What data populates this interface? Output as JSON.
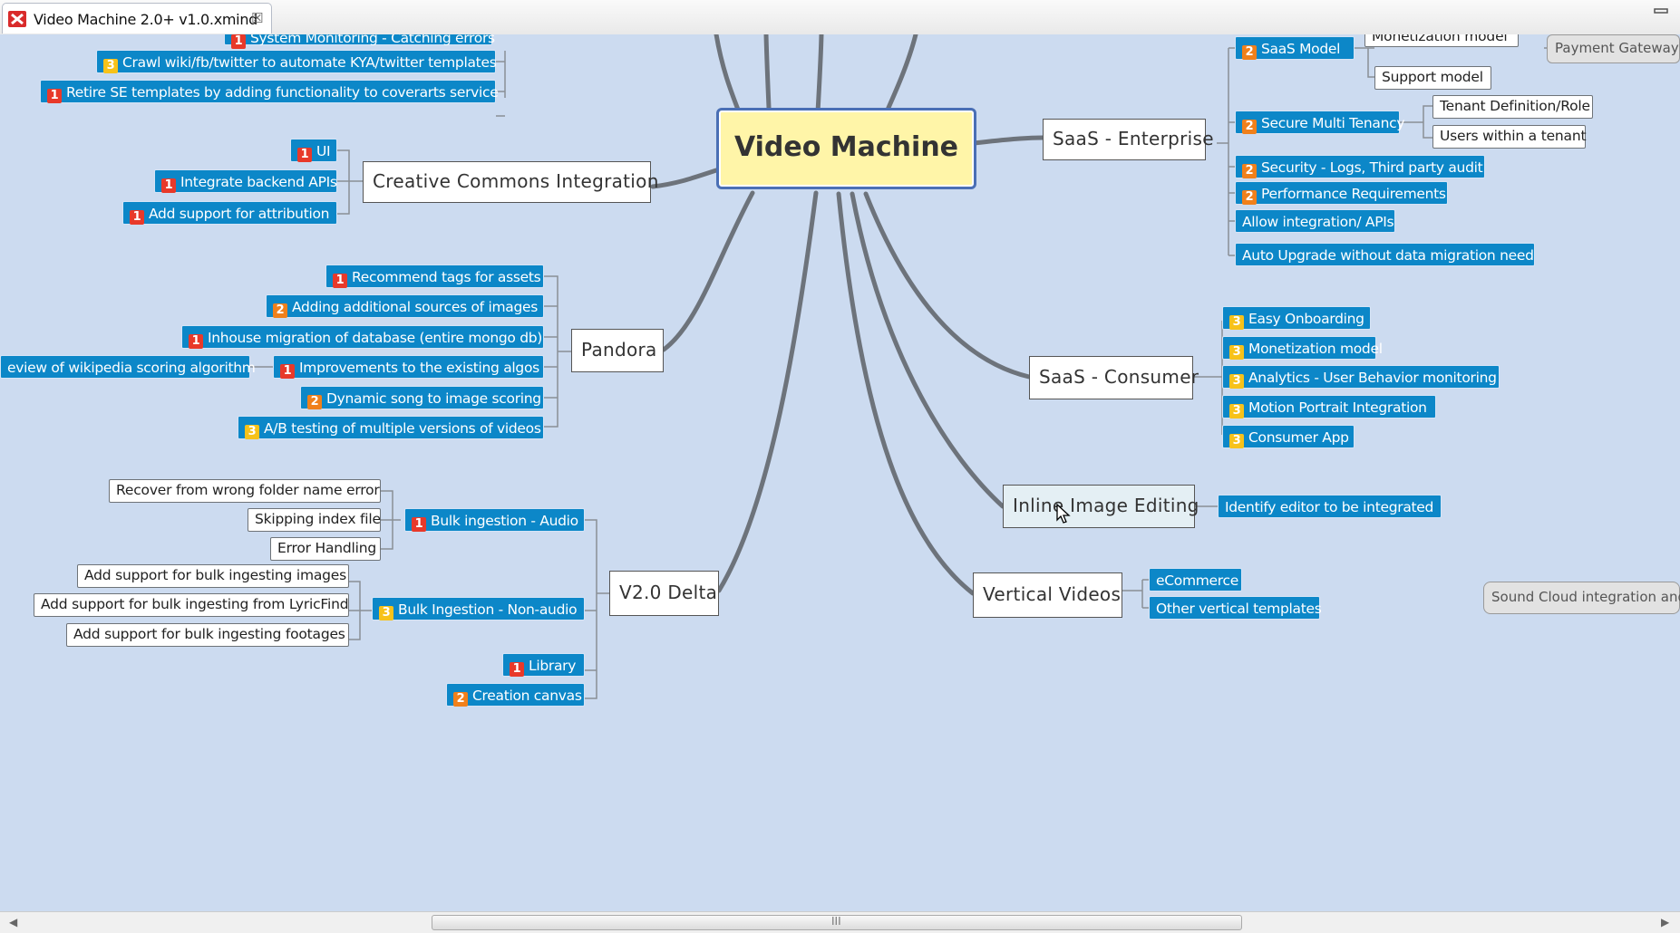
{
  "window": {
    "tab_title": "Video Machine 2.0+ v1.0.xmind",
    "close_glyph": "☒"
  },
  "central_topic": "Video Machine",
  "colors": {
    "canvas": "#ccdbf0",
    "subtopic_fill": "#0c87c8",
    "central_fill": "#fff5a8",
    "central_border": "#4a6fb5",
    "priority_1": "#e8392a",
    "priority_2": "#f0801b",
    "priority_3": "#f7c21a"
  },
  "left_top": {
    "partial_item": "System Monitoring - Catching errors",
    "crawl": {
      "priority": "3",
      "label": "Crawl wiki/fb/twitter to automate KYA/twitter templates"
    },
    "retire": {
      "priority": "1",
      "label": "Retire SE templates by adding functionality to coverarts service"
    }
  },
  "creative_commons": {
    "label": "Creative Commons Integration",
    "children": [
      {
        "priority": "1",
        "label": "UI"
      },
      {
        "priority": "1",
        "label": "Integrate backend APIs"
      },
      {
        "priority": "1",
        "label": "Add support for attribution"
      }
    ]
  },
  "pandora": {
    "label": "Pandora",
    "children": [
      {
        "priority": "1",
        "label": "Recommend tags for assets"
      },
      {
        "priority": "2",
        "label": "Adding additional sources of images"
      },
      {
        "priority": "1",
        "label": "Inhouse migration of database (entire mongo db)"
      },
      {
        "priority": "1",
        "label": "Improvements to the existing algos"
      },
      {
        "priority": "2",
        "label": "Dynamic song to image scoring"
      },
      {
        "priority": "3",
        "label": "A/B testing of multiple versions of videos"
      }
    ],
    "wiki_review": "eview of wikipedia scoring algorithm"
  },
  "v2_delta": {
    "label": "V2.0 Delta",
    "bulk_audio": {
      "priority": "1",
      "label": "Bulk ingestion - Audio",
      "children": [
        "Recover from wrong folder name error",
        "Skipping index file",
        "Error Handling"
      ]
    },
    "bulk_non_audio": {
      "priority": "3",
      "label": "Bulk Ingestion - Non-audio",
      "children": [
        "Add support for bulk ingesting images",
        "Add support for bulk ingesting from LyricFind",
        "Add support for bulk ingesting footages"
      ]
    },
    "library": {
      "priority": "1",
      "label": "Library"
    },
    "creation_canvas": {
      "priority": "2",
      "label": "Creation canvas"
    }
  },
  "saas_enterprise": {
    "label": "SaaS - Enterprise",
    "saas_model": {
      "priority": "2",
      "label": "SaaS Model",
      "children": [
        "Monetization model",
        "Support model"
      ],
      "payment_gateway": "Payment Gateway"
    },
    "multi_tenancy": {
      "priority": "2",
      "label": "Secure Multi Tenancy",
      "children": [
        "Tenant Definition/Role",
        "Users within a tenant"
      ]
    },
    "security": {
      "priority": "2",
      "label": "Security - Logs, Third party audit"
    },
    "performance": {
      "priority": "2",
      "label": "Performance Requirements"
    },
    "allow_integration": "Allow integration/ APIs",
    "auto_upgrade": "Auto Upgrade without data migration need"
  },
  "saas_consumer": {
    "label": "SaaS - Consumer",
    "children": [
      {
        "priority": "3",
        "label": "Easy Onboarding"
      },
      {
        "priority": "3",
        "label": "Monetization model"
      },
      {
        "priority": "3",
        "label": "Analytics - User Behavior monitoring"
      },
      {
        "priority": "3",
        "label": "Motion Portrait Integration"
      },
      {
        "priority": "3",
        "label": "Consumer App"
      }
    ]
  },
  "inline_editing": {
    "label": "Inline Image Editing",
    "child": "Identify editor to be integrated"
  },
  "vertical_videos": {
    "label": "Vertical Videos",
    "children": [
      "eCommerce",
      "Other vertical templates"
    ]
  },
  "floating": {
    "sound_cloud": "Sound Cloud integration and A"
  },
  "scrollbar": {
    "grip": "III",
    "left_arrow": "◀",
    "right_arrow": "▶"
  }
}
